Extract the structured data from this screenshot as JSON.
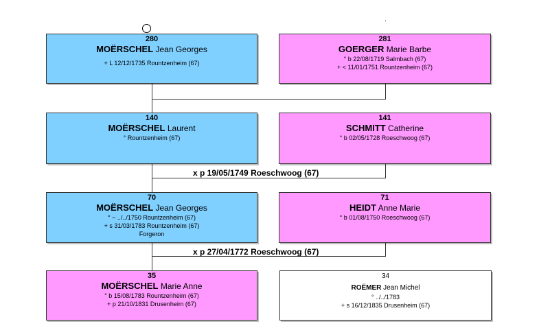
{
  "persons": [
    {
      "id": "280",
      "surname": "MOËRSCHEL",
      "given": "Jean Georges",
      "lines": [
        "+ L 12/12/1735 Rountzenheim (67)"
      ]
    },
    {
      "id": "281",
      "surname": "GOERGER",
      "given": "Marie Barbe",
      "lines": [
        "° b 22/08/1719 Salmbach (67)",
        "+ < 11/01/1751 Rountzenheim (67)"
      ]
    },
    {
      "id": "140",
      "surname": "MOËRSCHEL",
      "given": "Laurent",
      "lines": [
        "° Rountzenheim (67)"
      ]
    },
    {
      "id": "141",
      "surname": "SCHMITT",
      "given": "Catherine",
      "lines": [
        "° b 02/05/1728 Roeschwoog (67)"
      ]
    },
    {
      "id": "70",
      "surname": "MOËRSCHEL",
      "given": "Jean Georges",
      "lines": [
        "° ~ ../../1750 Rountzenheim (67)",
        "+ s 31/03/1783 Rountzenheim (67)",
        "Forgeron"
      ]
    },
    {
      "id": "71",
      "surname": "HEIDT",
      "given": "Anne Marie",
      "lines": [
        "° b 01/08/1750 Roeschwoog (67)"
      ]
    },
    {
      "id": "35",
      "surname": "MOËRSCHEL",
      "given": "Marie Anne",
      "lines": [
        "° b 15/08/1783 Rountzenheim (67)",
        "+ p 21/10/1831 Drusenheim (67)"
      ]
    },
    {
      "id": "34",
      "surname": "ROËMER",
      "given": "Jean Michel",
      "lines": [
        "° ../../1783",
        "+ s 16/12/1835 Drusenheim (67)"
      ]
    }
  ],
  "marriages": [
    "x p 19/05/1749 Roeschwoog (67)",
    "x p 27/04/1772 Roeschwoog (67)"
  ],
  "colors": {
    "male": "#7fcfff",
    "female": "#ff99ff",
    "spouse": "#ffffff"
  }
}
